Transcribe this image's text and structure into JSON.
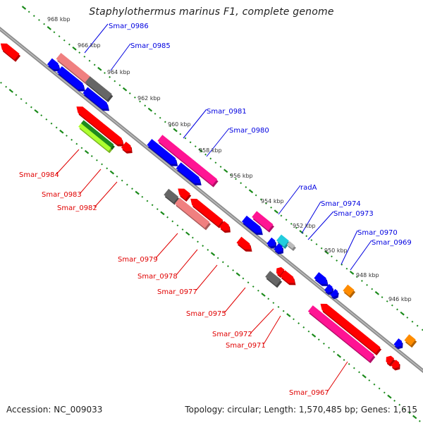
{
  "title": "Staphylothermus marinus F1, complete genome",
  "footer": {
    "accession": "Accession: NC_009033",
    "summary": "Topology: circular; Length: 1,570,485 bp; Genes: 1,615"
  },
  "colors": {
    "backbone": "#8c8c8c",
    "tick": "#1a8a1a",
    "forward_label": "#0000e0",
    "reverse_label": "#e00000"
  },
  "scale_labels": [
    "968 kbp",
    "966 kbp",
    "964 kbp",
    "962 kbp",
    "960 kbp",
    "958 kbp",
    "956 kbp",
    "954 kbp",
    "952 kbp",
    "950 kbp",
    "948 kbp",
    "946 kbp"
  ],
  "forward_gene_labels": [
    "Smar_0986",
    "Smar_0985",
    "Smar_0981",
    "Smar_0980",
    "radA",
    "Smar_0974",
    "Smar_0973",
    "Smar_0970",
    "Smar_0969"
  ],
  "reverse_gene_labels": [
    "Smar_0984",
    "Smar_0983",
    "Smar_0982",
    "Smar_0979",
    "Smar_0978",
    "Smar_0977",
    "Smar_0975",
    "Smar_0972",
    "Smar_0971",
    "Smar_0967"
  ]
}
